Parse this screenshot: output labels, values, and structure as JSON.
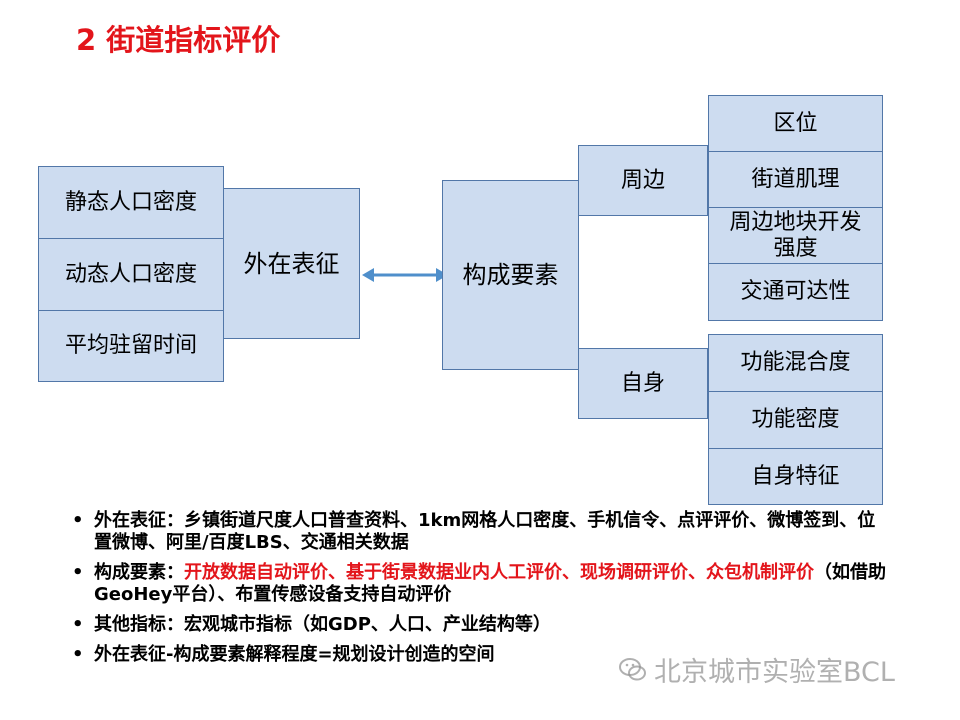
{
  "title": "2 街道指标评价",
  "diagram": {
    "left_stack": [
      "静态人口密度",
      "动态人口密度",
      "平均驻留时间"
    ],
    "outer": "外在表征",
    "components": "构成要素",
    "surroundings": "周边",
    "self": "自身",
    "surroundings_items": [
      "区位",
      "街道肌理",
      "周边地块开发强度",
      "交通可达性"
    ],
    "self_items": [
      "功能混合度",
      "功能密度",
      "自身特征"
    ]
  },
  "bullets": {
    "b1_label": "外在表征：",
    "b1_text": "乡镇街道尺度人口普查资料、1km网格人口密度、手机信令、点评评价、微博签到、位置微博、阿里/百度LBS、交通相关数据",
    "b2_label": "构成要素：",
    "b2_red": "开放数据自动评价、基于街景数据业内人工评价、现场调研评价、众包机制评价",
    "b2_text": "（如借助GeoHey平台）、布置传感设备支持自动评价",
    "b3_label": "其他指标：",
    "b3_text": "宏观城市指标（如GDP、人口、产业结构等）",
    "b4_text": "外在表征-构成要素解释程度=规划设计创造的空间"
  },
  "watermark": "北京城市实验室BCL",
  "colors": {
    "title": "#e3151b",
    "box_fill": "#cddcf0",
    "box_border": "#5277a8",
    "arrow": "#4f8fcb"
  }
}
